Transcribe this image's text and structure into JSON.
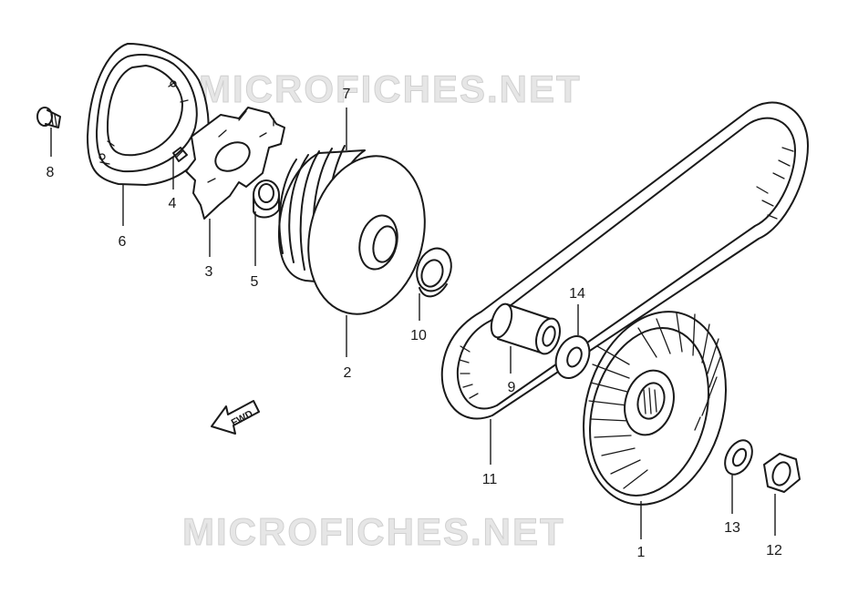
{
  "watermarks": {
    "top": "MICROFICHES.NET",
    "bottom": "MICROFICHES.NET"
  },
  "direction_arrow": {
    "label": "FWD",
    "icon": "forward-arrow-icon"
  },
  "callouts": [
    {
      "id": "1",
      "label": "1"
    },
    {
      "id": "2",
      "label": "2"
    },
    {
      "id": "3",
      "label": "3"
    },
    {
      "id": "4",
      "label": "4"
    },
    {
      "id": "5",
      "label": "5"
    },
    {
      "id": "6",
      "label": "6"
    },
    {
      "id": "7",
      "label": "7"
    },
    {
      "id": "8",
      "label": "8"
    },
    {
      "id": "9",
      "label": "9"
    },
    {
      "id": "10",
      "label": "10"
    },
    {
      "id": "11",
      "label": "11"
    },
    {
      "id": "12",
      "label": "12"
    },
    {
      "id": "13",
      "label": "13"
    },
    {
      "id": "14",
      "label": "14"
    }
  ],
  "colors": {
    "ink": "#1a1a1a",
    "background": "#ffffff",
    "watermark": "#e6e6e6"
  }
}
